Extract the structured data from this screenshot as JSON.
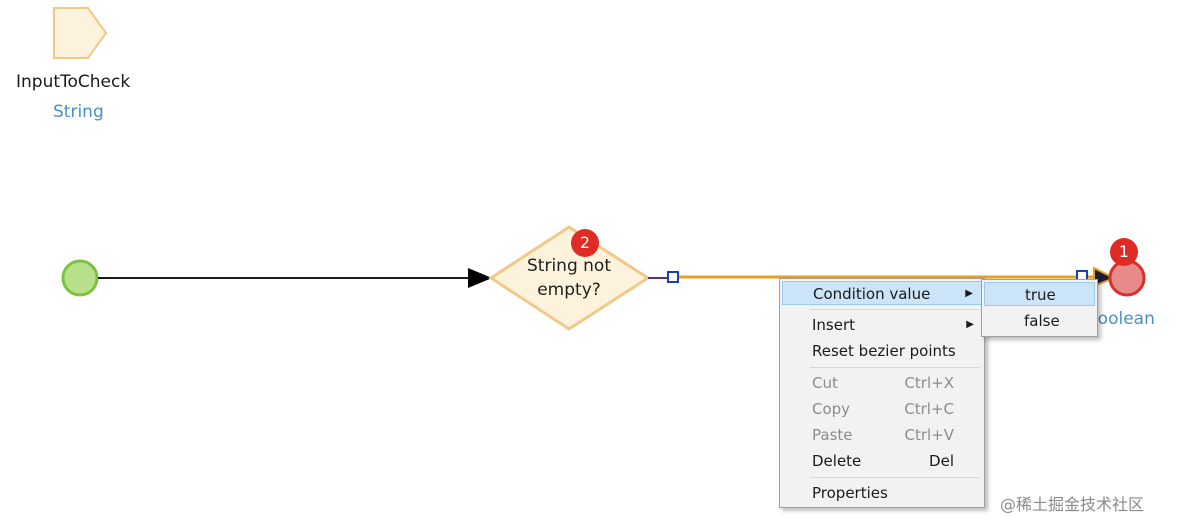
{
  "parameter": {
    "name": "InputToCheck",
    "type": "String"
  },
  "decision": {
    "line1": "String not",
    "line2": "empty?",
    "badge": "2"
  },
  "end_event": {
    "badge": "1",
    "type": "Boolean"
  },
  "context_menu": {
    "condition_value": "Condition value",
    "insert": "Insert",
    "reset_bezier": "Reset bezier points",
    "cut": "Cut",
    "cut_shortcut": "Ctrl+X",
    "copy": "Copy",
    "copy_shortcut": "Ctrl+C",
    "paste": "Paste",
    "paste_shortcut": "Ctrl+V",
    "delete": "Delete",
    "delete_shortcut": "Del",
    "properties": "Properties"
  },
  "submenu": {
    "true_label": "true",
    "false_label": "false"
  },
  "watermark": "@稀土掘金技术社区",
  "colors": {
    "start_fill": "#b8e08a",
    "start_stroke": "#7cc242",
    "decision_fill": "#fdf3dc",
    "decision_stroke": "#f0c987",
    "end_fill": "#e88a8a",
    "end_stroke": "#d9302a",
    "flow_selected": "#e8a020",
    "flow_line": "#1a1a1a"
  }
}
